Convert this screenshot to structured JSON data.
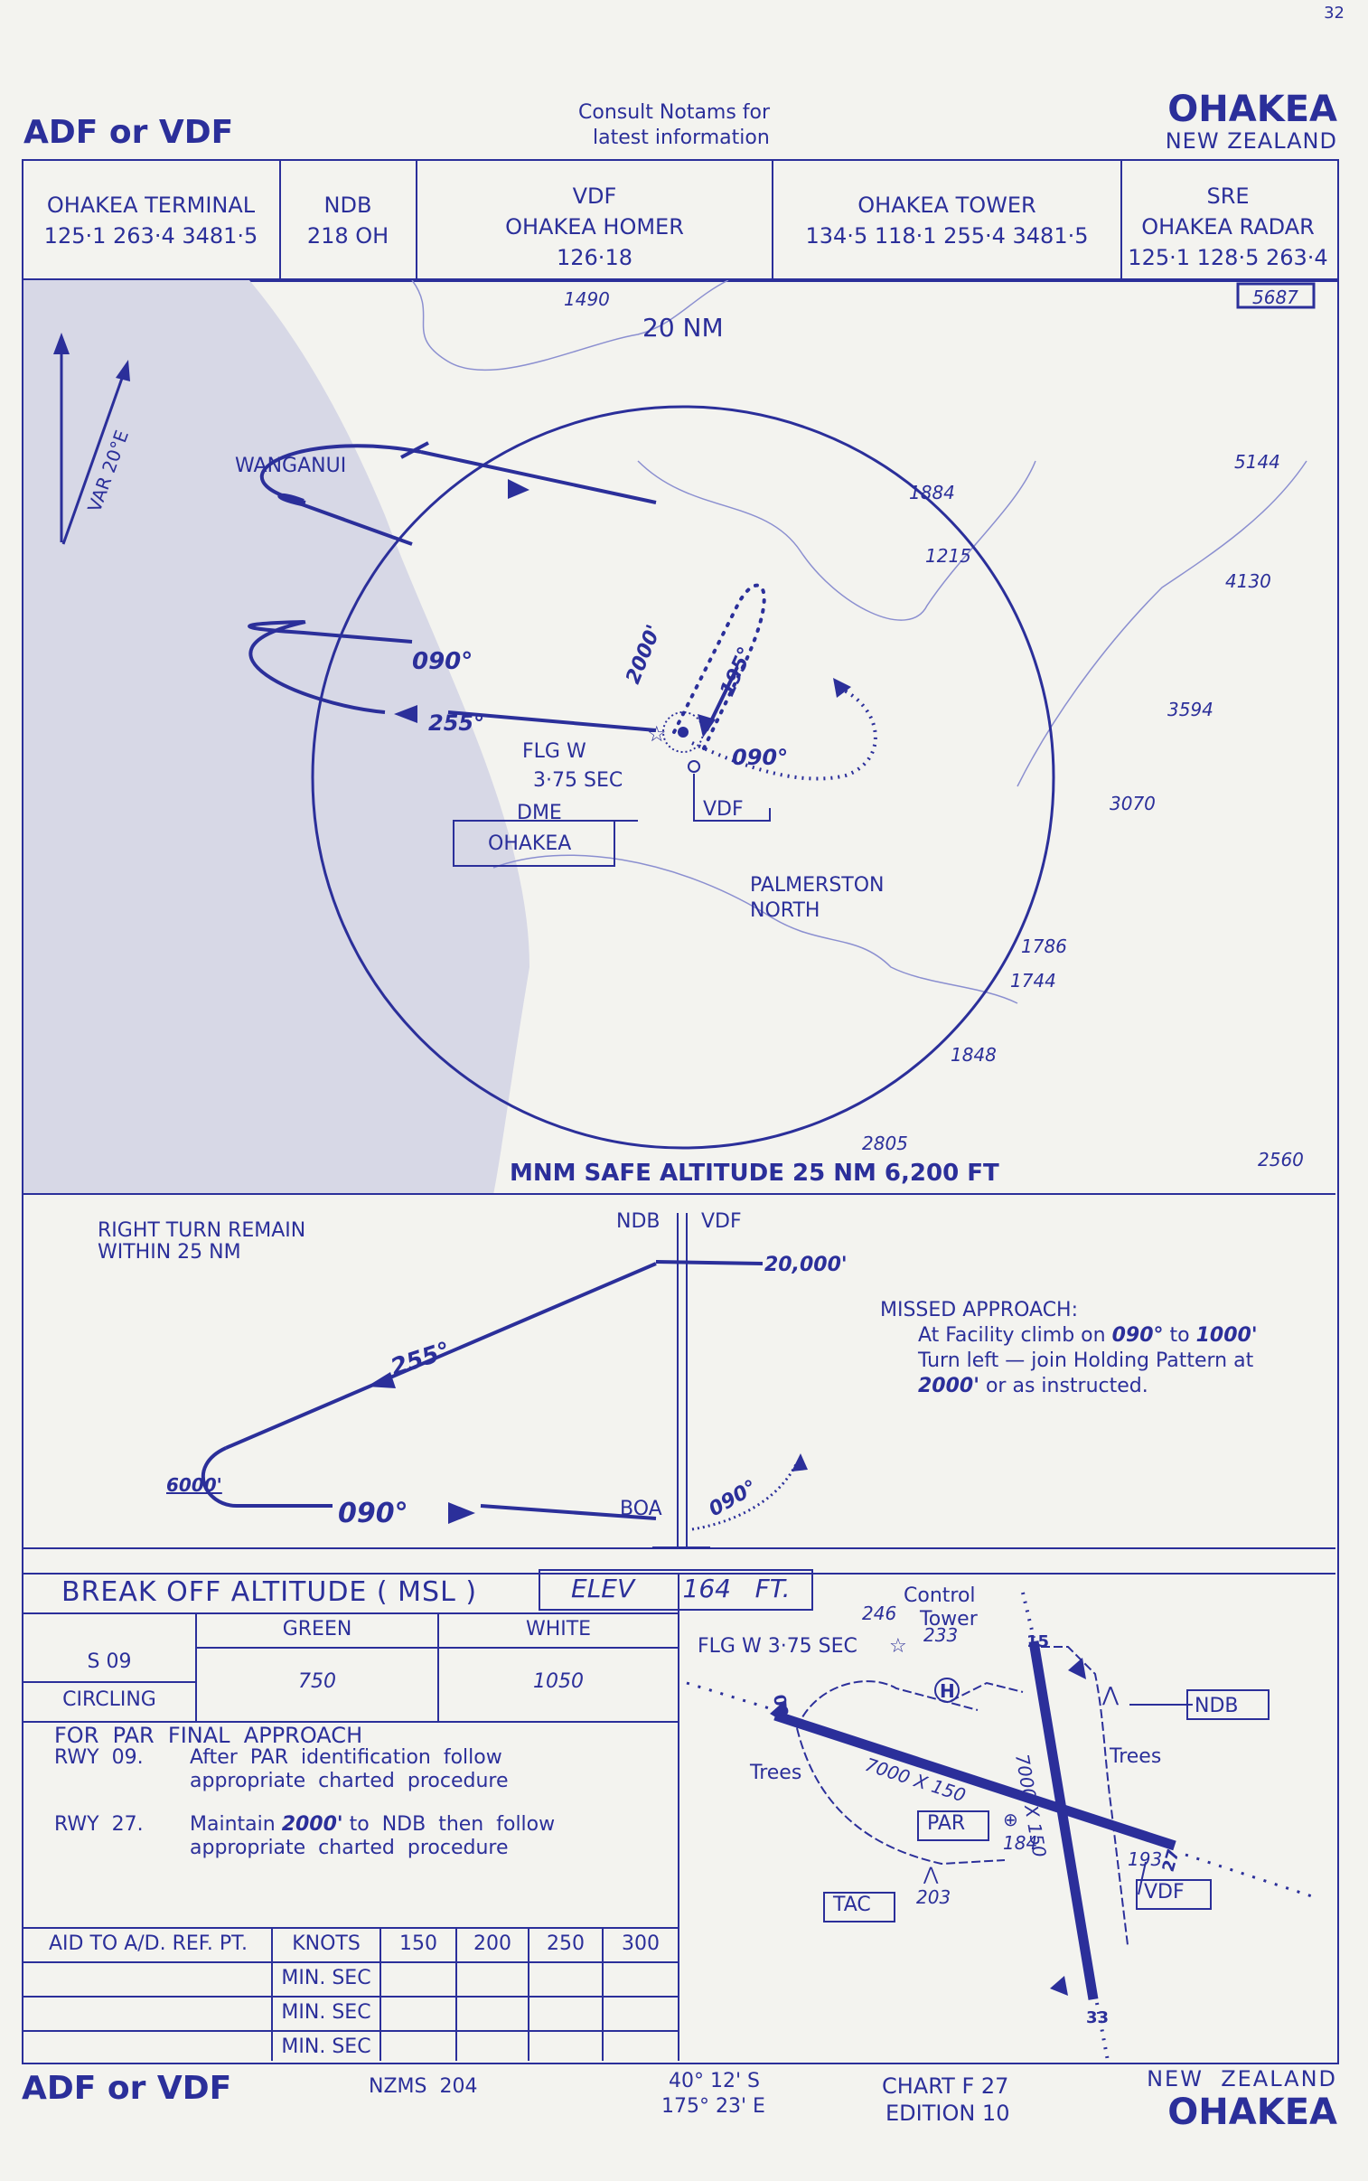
{
  "page_number": "32",
  "header": {
    "title_left": "ADF or VDF",
    "notams_line1": "Consult Notams for",
    "notams_line2": "latest information",
    "location": "OHAKEA",
    "country": "NEW ZEALAND"
  },
  "freq_boxes": [
    {
      "line1": "OHAKEA TERMINAL",
      "line2": "",
      "line3": "125·1  263·4  3481·5"
    },
    {
      "line1": "NDB",
      "line2": "",
      "line3": "218  OH"
    },
    {
      "line1": "VDF",
      "line2": "OHAKEA  HOMER",
      "line3": "126·18"
    },
    {
      "line1": "OHAKEA  TOWER",
      "line2": "",
      "line3": "134·5  118·1  255·4  3481·5"
    },
    {
      "line1": "SRE",
      "line2": "OHAKEA  RADAR",
      "line3": "125·1  128·5  263·4"
    }
  ],
  "plan": {
    "max_elev": "5687",
    "range_label": "20 NM",
    "var_label": "VAR 20°E",
    "town1": "WANGANUI",
    "town2_line1": "PALMERSTON",
    "town2_line2": "NORTH",
    "inbound": "090°",
    "outbound": "255°",
    "holding_alt": "2000'",
    "holding_course": "195°",
    "missed_course": "090°",
    "light_line1": "FLG W",
    "light_line2": "3·75 SEC",
    "dme_line1": "DME",
    "dme_line2": "OHAKEA",
    "vdf_tag": "VDF",
    "msa": "MNM SAFE ALTITUDE 25 NM  6,200 FT",
    "spot_heights": [
      "1490",
      "1884",
      "1215",
      "5144",
      "4130",
      "3594",
      "3070",
      "1786",
      "1744",
      "1848",
      "2805",
      "2560"
    ]
  },
  "profile": {
    "remain_line1": "RIGHT TURN REMAIN",
    "remain_line2": "WITHIN  25   NM",
    "ndb": "NDB",
    "vdf": "VDF",
    "alt_top": "20,000'",
    "outbound": "255°",
    "inbound": "090°",
    "alt_low": "6000'",
    "boa": "BOA",
    "missed_course": "090°",
    "missed_title": "MISSED APPROACH:",
    "missed_l1a": "At Facility climb on ",
    "missed_l1b": "090°",
    "missed_l1c": " to ",
    "missed_l1d": "1000'",
    "missed_l2": "Turn left — join Holding Pattern at",
    "missed_l3a": "2000'",
    "missed_l3b": " or as instructed."
  },
  "minima": {
    "title": "BREAK OFF ALTITUDE ( MSL )",
    "elev": "ELEV      164   FT.",
    "col_green": "GREEN",
    "col_white": "WHITE",
    "row1": "S  09",
    "row2": "CIRCLING",
    "green_val": "750",
    "white_val": "1050",
    "par_title": "FOR  PAR  FINAL  APPROACH",
    "rwy09_label": "RWY  09.",
    "rwy09_l1": "After  PAR  identification  follow",
    "rwy09_l2": "appropriate  charted  procedure",
    "rwy27_label": "RWY  27.",
    "rwy27_l1a": "Maintain ",
    "rwy27_l1b": "2000'",
    "rwy27_l1c": " to  NDB  then  follow",
    "rwy27_l2": "appropriate  charted  procedure"
  },
  "timing": {
    "header": "AID TO A/D. REF. PT.",
    "knots": "KNOTS",
    "speeds": [
      "150",
      "200",
      "250",
      "300"
    ],
    "rows": [
      "MIN. SEC",
      "MIN. SEC",
      "MIN. SEC"
    ]
  },
  "aerodrome": {
    "control_l1": "Control",
    "control_l2": "Tower",
    "light": "FLG W 3·75 SEC",
    "h246": "246",
    "h233": "233",
    "h184": "184",
    "h193": "193",
    "h203": "203",
    "rwy_main": "7000 X 150",
    "rwy_cross": "7000 X 150",
    "rw09": "09",
    "rw27": "27",
    "rw15": "15",
    "rw33": "33",
    "trees1": "Trees",
    "trees2": "Trees",
    "ndb": "NDB",
    "par": "PAR",
    "tac": "TAC",
    "vdf": "VDF",
    "heli": "H"
  },
  "footer": {
    "title_left": "ADF or VDF",
    "map_ref": "NZMS  204",
    "lat": "40° 12' S",
    "lon": "175° 23' E",
    "chart": "CHART F 27",
    "edition": "EDITION 10",
    "country": "NEW  ZEALAND",
    "location": "OHAKEA"
  },
  "colors": {
    "ink": "#2b2f9a",
    "paper": "#f3f3ef",
    "sea": "#d7d8e6"
  }
}
